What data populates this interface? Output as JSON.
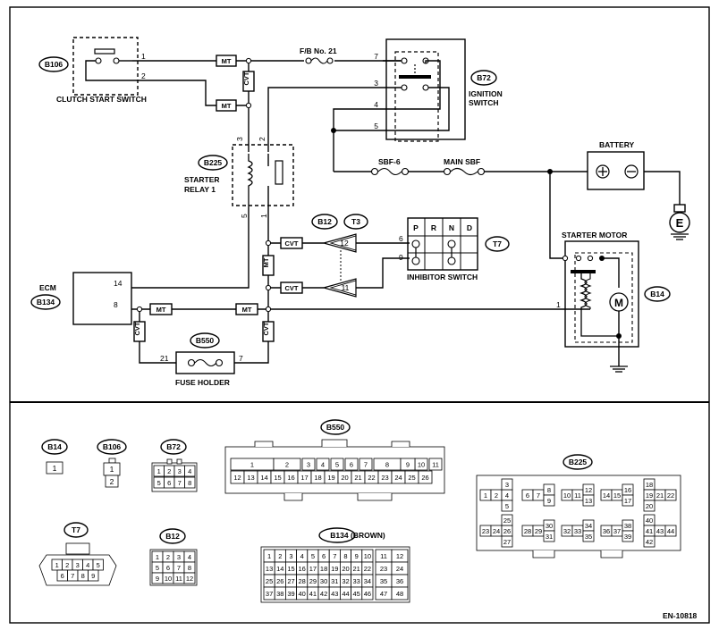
{
  "labels": {
    "fb": "F/B No. 21",
    "clutch_switch": "CLUTCH START SWITCH",
    "ignition_switch_line1": "IGNITION",
    "ignition_switch_line2": "SWITCH",
    "starter_relay_line1": "STARTER",
    "starter_relay_line2": "RELAY 1",
    "battery": "BATTERY",
    "sbf6": "SBF-6",
    "main_sbf": "MAIN SBF",
    "starter_motor": "STARTER MOTOR",
    "inhibitor_switch": "INHIBITOR SWITCH",
    "ecm": "ECM",
    "fuse_holder": "FUSE HOLDER",
    "motor": "M",
    "ground_e": "E",
    "figure_id": "EN-10818",
    "b134_title": "B134 (BROWN)"
  },
  "connectors": {
    "b106": "B106",
    "b72": "B72",
    "b225": "B225",
    "b12": "B12",
    "t3": "T3",
    "t7": "T7",
    "b14": "B14",
    "b134": "B134",
    "b550": "B550"
  },
  "harness": {
    "mt": "MT",
    "cvt": "CVT"
  },
  "positions": [
    "P",
    "R",
    "N",
    "D"
  ],
  "pins": {
    "p1": "1",
    "p2": "2",
    "p3": "3",
    "p4": "4",
    "p5": "5",
    "p6": "6",
    "p7": "7",
    "p8": "8",
    "p9": "9",
    "p11": "11",
    "p12": "12",
    "p14": "14",
    "p21": "21"
  },
  "views": {
    "b14": [
      "1"
    ],
    "b106": [
      "1",
      "2"
    ],
    "b72": [
      "1",
      "2",
      "3",
      "4",
      "5",
      "6",
      "7",
      "8"
    ],
    "b550_top": [
      "1",
      "2",
      "3",
      "4",
      "5",
      "6",
      "7",
      "8",
      "9",
      "10",
      "11"
    ],
    "b550_bottom": [
      "12",
      "13",
      "14",
      "15",
      "16",
      "17",
      "18",
      "19",
      "20",
      "21",
      "22",
      "23",
      "24",
      "25",
      "26"
    ],
    "t7": [
      "1",
      "2",
      "3",
      "4",
      "5",
      "6",
      "7",
      "8",
      "9"
    ],
    "b12": [
      "1",
      "2",
      "3",
      "4",
      "5",
      "6",
      "7",
      "8",
      "9",
      "10",
      "11",
      "12"
    ],
    "b134_rows": [
      [
        "1",
        "2",
        "3",
        "4",
        "5",
        "6",
        "7",
        "8",
        "9",
        "10",
        "11",
        "12"
      ],
      [
        "13",
        "14",
        "15",
        "16",
        "17",
        "18",
        "19",
        "20",
        "21",
        "22",
        "23",
        "24"
      ],
      [
        "25",
        "26",
        "27",
        "28",
        "29",
        "30",
        "31",
        "32",
        "33",
        "34",
        "35",
        "36"
      ],
      [
        "37",
        "38",
        "39",
        "40",
        "41",
        "42",
        "43",
        "44",
        "45",
        "46",
        "47",
        "48"
      ]
    ],
    "b225": [
      "1",
      "2",
      "3",
      "4",
      "5",
      "6",
      "7",
      "8",
      "9",
      "10",
      "11",
      "12",
      "13",
      "14",
      "15",
      "16",
      "17",
      "18",
      "19",
      "20",
      "21",
      "22",
      "23",
      "24",
      "25",
      "26",
      "27",
      "28",
      "29",
      "30",
      "31",
      "32",
      "33",
      "34",
      "35",
      "36",
      "37",
      "38",
      "39",
      "40",
      "41",
      "42",
      "43",
      "44"
    ]
  }
}
